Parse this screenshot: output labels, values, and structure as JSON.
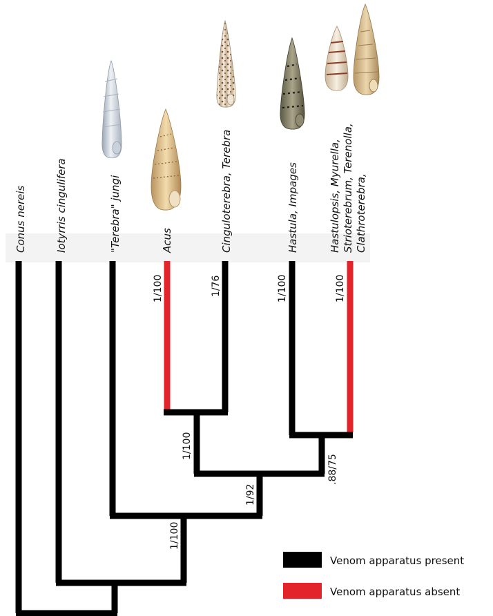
{
  "colors": {
    "present": "#000000",
    "absent": "#e3242b",
    "header_band": "#f3f3f3"
  },
  "taxa": [
    {
      "id": "conus",
      "label": "Conus nereis"
    },
    {
      "id": "iotyrris",
      "label": "Iotyrris cingulifera"
    },
    {
      "id": "jungi",
      "label": "\"Terebra\" jungi"
    },
    {
      "id": "acus",
      "label": "Acus"
    },
    {
      "id": "cingulo",
      "label": "Cinguloterebra, Terebra"
    },
    {
      "id": "hastula",
      "label": "Hastula, Impages"
    },
    {
      "id": "hastulopsis",
      "lines": [
        "Hastulopsis, Myurella,",
        "Strioterebrum, Terenolla,",
        "Clathroterebra,"
      ]
    }
  ],
  "support_values": [
    {
      "id": "acus_branch",
      "label": "1/100"
    },
    {
      "id": "cingulo_branch",
      "label": "1/76"
    },
    {
      "id": "hastula_branch",
      "label": "1/100"
    },
    {
      "id": "hastulopsis_branch",
      "label": "1/100"
    },
    {
      "id": "acus_cingulo_node",
      "label": "1/100"
    },
    {
      "id": "hastula_hastulopsis_node",
      "label": ".88/75"
    },
    {
      "id": "terebrid_core_node",
      "label": "1/92"
    },
    {
      "id": "terebridae_node",
      "label": "1/100"
    }
  ],
  "legend": [
    {
      "id": "present",
      "label": "Venom apparatus present",
      "color": "#000000"
    },
    {
      "id": "absent",
      "label": "Venom apparatus absent",
      "color": "#e3242b"
    }
  ],
  "shell_icons": [
    "shell-jungi-icon",
    "shell-acus-icon",
    "shell-cinguloterebra-icon",
    "shell-hastula-icon",
    "shell-hastulopsis-icon",
    "shell-strioterebrum-icon"
  ]
}
